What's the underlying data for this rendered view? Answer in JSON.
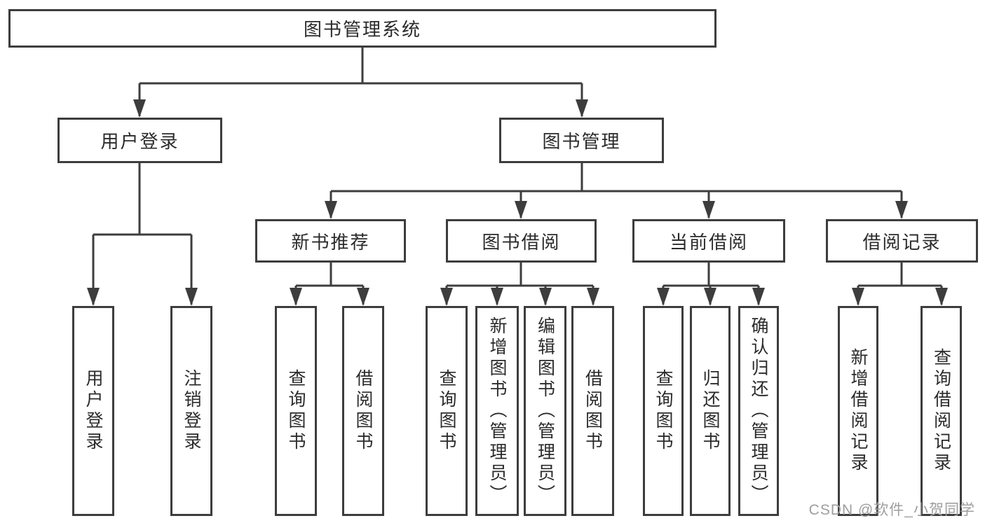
{
  "diagram": {
    "root": "图书管理系统",
    "level2": {
      "user_login": "用户登录",
      "book_management": "图书管理"
    },
    "level3": {
      "new_book_recommend": "新书推荐",
      "book_borrow": "图书借阅",
      "current_borrow": "当前借阅",
      "borrow_records": "借阅记录"
    },
    "leaves": {
      "user_login": "用户登录",
      "logout": "注销登录",
      "query_books_recommend": "查询图书",
      "borrow_books_recommend": "借阅图书",
      "query_books_borrow": "查询图书",
      "add_book_admin": "新增图书（管理员）",
      "edit_book_admin": "编辑图书（管理员）",
      "borrow_books_borrow": "借阅图书",
      "query_books_current": "查询图书",
      "return_book": "归还图书",
      "confirm_return_admin": "确认归还（管理员）",
      "add_borrow_record": "新增借阅记录",
      "query_borrow_record": "查询借阅记录"
    },
    "watermark": "CSDN @软件_小贺同学",
    "colors": {
      "line": "#3d3d3d",
      "text": "#2b2b2b",
      "background": "#ffffff",
      "watermark": "#9e9e9e"
    }
  }
}
